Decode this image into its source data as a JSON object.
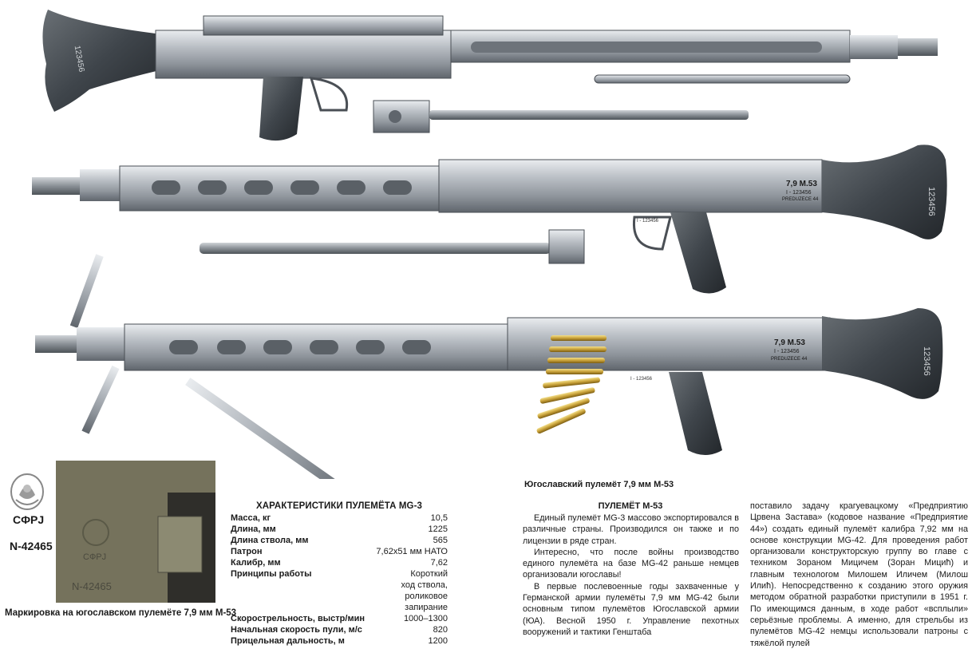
{
  "illustration": {
    "gun1_marking": "123456",
    "gun2_stamp": {
      "caliber": "7,9 M.53",
      "serial": "I - 123456",
      "maker": "PREDUZECE 44"
    },
    "gun2_stock_number": "123456",
    "gun2_small_serial": "I - 123456",
    "gun3_stamp": {
      "caliber": "7,9 M.53",
      "serial": "I - 123456",
      "maker": "PREDUZECE 44"
    },
    "gun3_stock_number": "123456",
    "gun3_small_serial": "I - 123456"
  },
  "emblem": {
    "label": "СФРJ",
    "serial": "N-42465"
  },
  "photo": {
    "stamp_text": "СФРJ",
    "serial_text": "N-42465",
    "caption": "Маркировка на югославском пулемёте 7,9 мм М-53"
  },
  "specs": {
    "title": "ХАРАКТЕРИСТИКИ ПУЛЕМЁТА MG-3",
    "rows": [
      {
        "key": "Масса, кг",
        "value": "10,5"
      },
      {
        "key": "Длина, мм",
        "value": "1225"
      },
      {
        "key": "Длина ствола, мм",
        "value": "565"
      },
      {
        "key": "Патрон",
        "value": "7,62x51 мм НАТО"
      },
      {
        "key": "Калибр, мм",
        "value": "7,62"
      },
      {
        "key": "Принципы работы",
        "value": "Короткий ход ствола, роликовое запирание"
      },
      {
        "key": "Скорострельность, выстр/мин",
        "value": "1000–1300"
      },
      {
        "key": "Начальная скорость пули, м/с",
        "value": "820"
      },
      {
        "key": "Прицельная дальность, м",
        "value": "1200"
      }
    ]
  },
  "right_caption": "Югославский пулемёт 7,9 мм М-53",
  "article": {
    "title": "ПУЛЕМЁТ М-53",
    "col1": [
      "Единый пулемёт MG-3 массово экспортировался в различные страны. Производился он также и по лицензии в ряде стран.",
      "Интересно, что после войны производство единого пулемёта на базе MG-42 раньше немцев организовали югославы!",
      "В первые послевоенные годы захваченные у Германской армии пулемёты 7,9 мм MG-42 были основным типом пулемётов Югославской армии (ЮА). Весной 1950 г. Управление пехотных вооружений и тактики Генштаба"
    ],
    "col2": [
      "поставило задачу крагуевацкому «Предприятию Црвена Застава» (кодовое название «Предприятие 44») создать единый пулемёт калибра 7,92 мм на основе конструкции MG-42. Для проведения работ организовали конструкторскую группу во главе с техником Зораном Мицичем (Зоран Мицић) и главным технологом Милошем Иличем (Милош Илић). Непосредственно к созданию этого оружия методом обратной разработки приступили в 1951 г. По имеющимся данным, в ходе работ «всплыли» серьёзные проблемы. А именно, для стрельбы из пулемётов MG-42 немцы использовали патроны с тяжёлой пулей"
    ]
  }
}
